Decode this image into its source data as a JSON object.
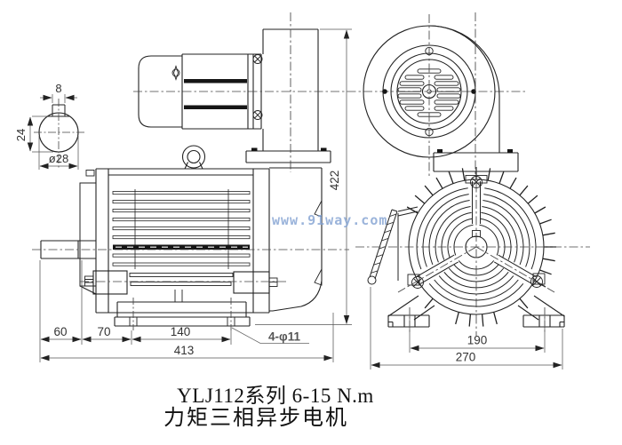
{
  "drawing": {
    "watermark": "www.91way.com",
    "title_line1": "YLJ112系列 6-15 N.m",
    "title_line2": "力矩三相异步电机"
  },
  "dims": {
    "key_width": "8",
    "shaft_flat": "24",
    "shaft_dia": "ø28",
    "shaft_ext": "60",
    "shaft_to_foot": "70",
    "foot_span": "140",
    "overall_length": "413",
    "foot_holes": "4-φ11",
    "overall_height": "422",
    "foot_hole_span": "190",
    "foot_width": "270"
  }
}
